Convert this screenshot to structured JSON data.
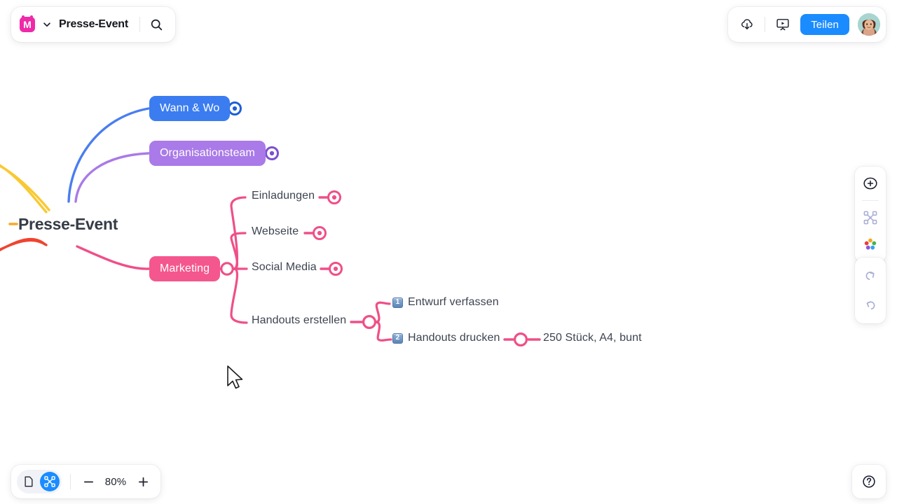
{
  "app": {
    "logo_letter": "M",
    "document_title": "Presse-Event"
  },
  "titlebar": {
    "chevron_icon": "chevron-down-icon",
    "search_icon": "search-icon"
  },
  "toolbar": {
    "download_icon": "cloud-download-icon",
    "present_icon": "presentation-play-icon",
    "share_label": "Teilen",
    "avatar_icon": "user-avatar"
  },
  "right_rail": {
    "add_icon": "plus-circle-icon",
    "layout_icon": "node-layout-icon",
    "theme_icon": "color-palette-icon",
    "redo_icon": "redo-icon",
    "undo_icon": "undo-icon"
  },
  "zoombar": {
    "document_view_icon": "document-view-icon",
    "mindmap_view_icon": "mindmap-view-icon",
    "minus_label": "−",
    "zoom_value": "80%",
    "plus_label": "+"
  },
  "help": {
    "help_icon": "question-circle-icon"
  },
  "colors": {
    "accent_blue": "#1a8cff",
    "brand_magenta": "#ef2aa9",
    "branch_blue": "#4a7df0",
    "branch_purple": "#a97ae8",
    "branch_pink": "#ef4f88",
    "branch_yellow": "#fac party",
    "branch_yellow_hex": "#f9c933",
    "branch_red": "#ef4430",
    "label_text": "#3d4451",
    "root_text": "#363c46"
  },
  "mindmap": {
    "root": {
      "label": "Presse-Event"
    },
    "nodes": [
      {
        "id": "wann-wo",
        "label": "Wann & Wo",
        "style": "pill",
        "color": "#3b7df0",
        "collapsed": true
      },
      {
        "id": "organisationsteam",
        "label": "Organisationsteam",
        "style": "pill",
        "color": "#a97ae8",
        "collapsed": true
      },
      {
        "id": "marketing",
        "label": "Marketing",
        "style": "pill",
        "color": "#f4578d",
        "collapsed": false
      },
      {
        "id": "einladungen",
        "label": "Einladungen",
        "style": "plain",
        "color": "#ef4f88",
        "collapsed": true
      },
      {
        "id": "webseite",
        "label": "Webseite",
        "style": "plain",
        "color": "#ef4f88",
        "collapsed": true
      },
      {
        "id": "social-media",
        "label": "Social Media",
        "style": "plain",
        "color": "#ef4f88",
        "collapsed": true
      },
      {
        "id": "handouts-erstellen",
        "label": "Handouts erstellen",
        "style": "plain",
        "color": "#ef4f88",
        "collapsed": false
      },
      {
        "id": "entwurf-verfassen",
        "label": "Entwurf verfassen",
        "style": "plain",
        "color": "#ef4f88",
        "badge": "1"
      },
      {
        "id": "handouts-drucken",
        "label": "Handouts drucken",
        "style": "plain",
        "color": "#ef4f88",
        "badge": "2",
        "collapsed": false
      },
      {
        "id": "stueck-a4-bunt",
        "label": "250 Stück, A4, bunt",
        "style": "plain",
        "color": "#ef4f88"
      }
    ]
  }
}
